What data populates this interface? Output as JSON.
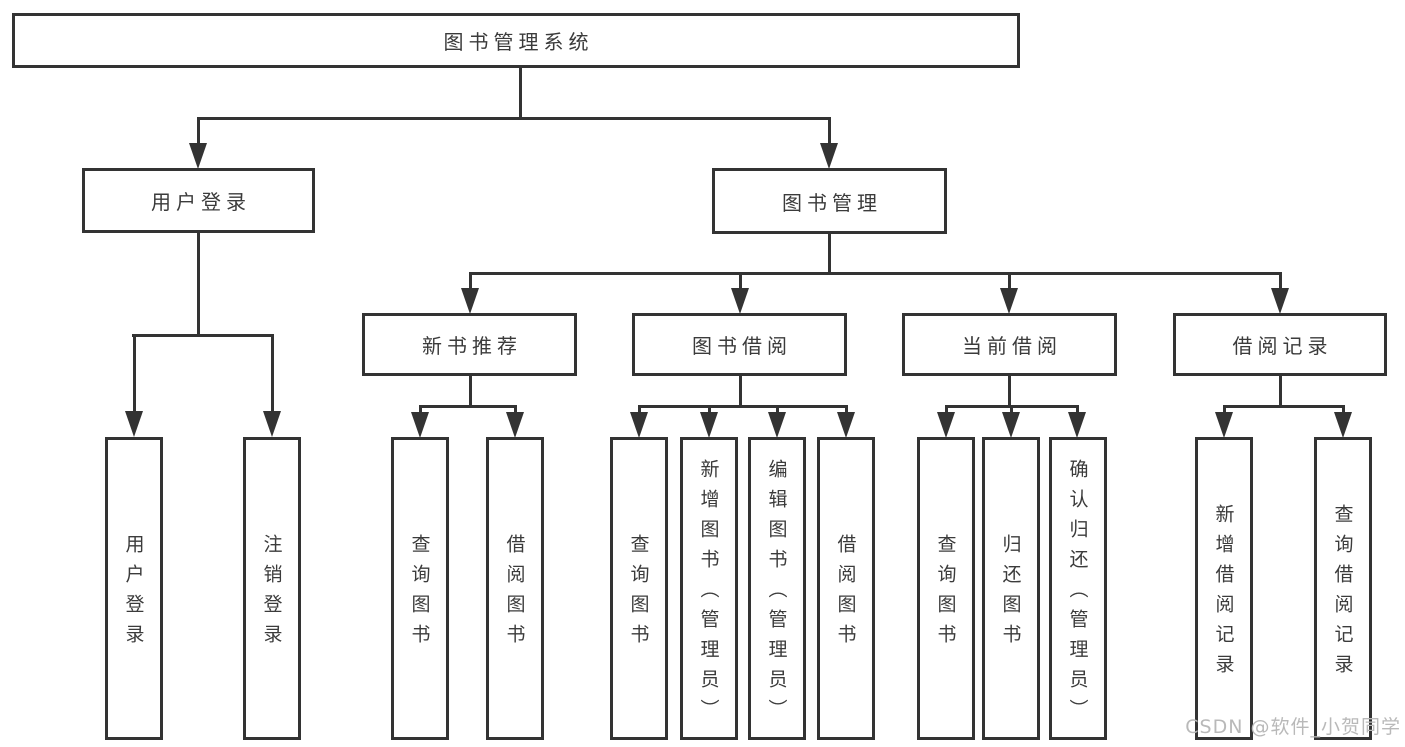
{
  "tree": {
    "root": "图书管理系统",
    "user_login": {
      "label": "用户登录",
      "leaves": [
        "用户登录",
        "注销登录"
      ]
    },
    "book_mgmt": {
      "label": "图书管理"
    },
    "new_books": {
      "label": "新书推荐",
      "leaves": [
        "查询图书",
        "借阅图书"
      ]
    },
    "book_borrow": {
      "label": "图书借阅",
      "leaves": [
        "查询图书",
        "新增图书（管理员）",
        "编辑图书（管理员）",
        "借阅图书"
      ]
    },
    "current_borrow": {
      "label": "当前借阅",
      "leaves": [
        "查询图书",
        "归还图书",
        "确认归还（管理员）"
      ]
    },
    "borrow_records": {
      "label": "借阅记录",
      "leaves": [
        "新增借阅记录",
        "查询借阅记录"
      ]
    }
  },
  "watermark": {
    "text": "CSDN @软件_小贺同学"
  },
  "colors": {
    "line": "#333333",
    "text": "#3b3b3b",
    "watermark": "#b9b9b9",
    "background": "#ffffff"
  }
}
